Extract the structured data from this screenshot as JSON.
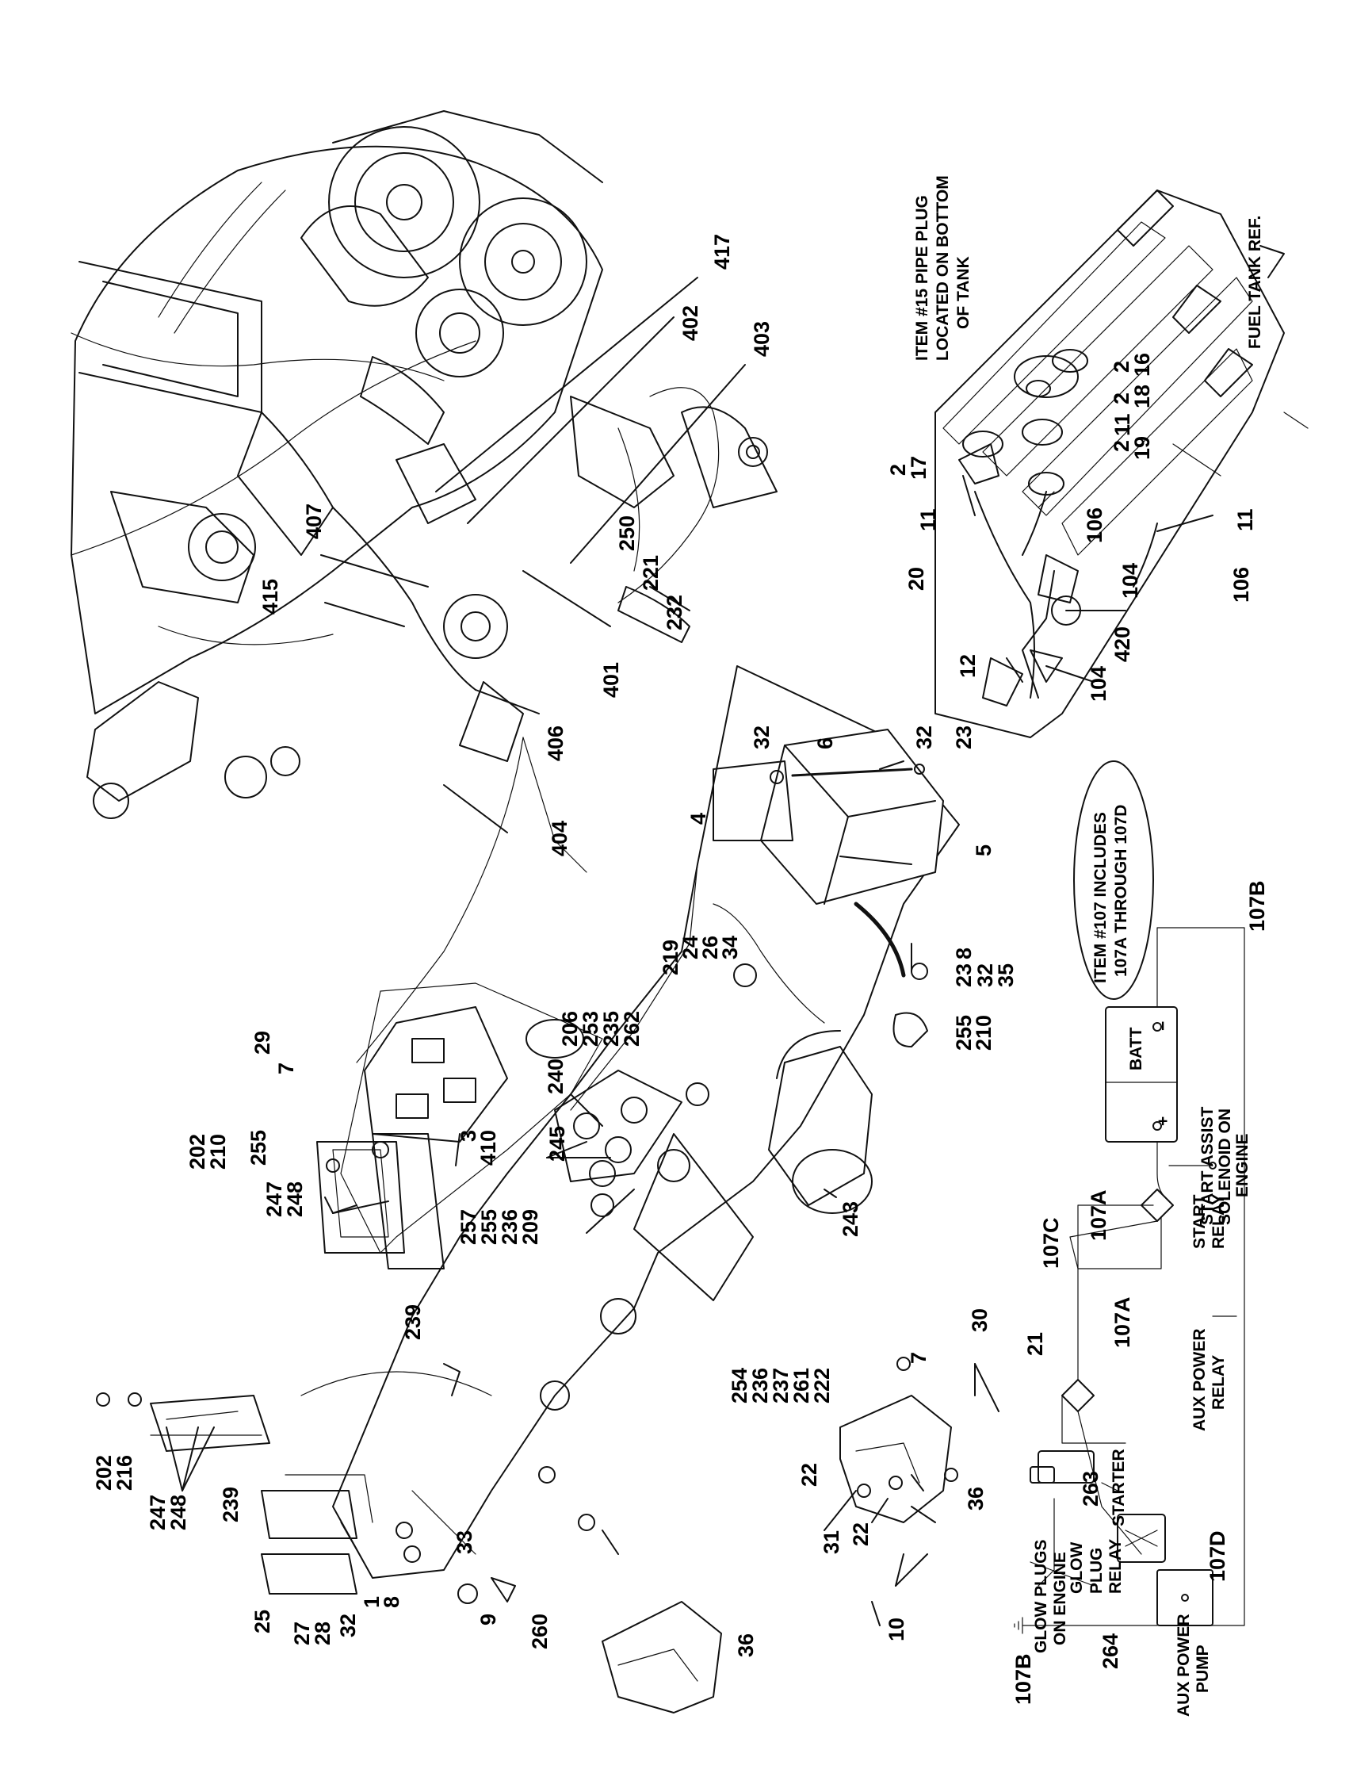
{
  "notes": {
    "pipe_plug_line1": "ITEM #15 PIPE PLUG",
    "pipe_plug_line2": "LOCATED ON BOTTOM",
    "pipe_plug_line3": "OF TANK",
    "fuel_tank_ref": "FUEL TANK REF.",
    "item107_line1": "ITEM #107 INCLUDES",
    "item107_line2": "107A THROUGH 107D"
  },
  "schematic": {
    "batt": "BATT",
    "plus": "+",
    "minus": "−",
    "start_assist_1": "START ASSIST",
    "start_assist_2": "SOLENOID ON",
    "start_assist_3": "ENGINE",
    "start_relay_1": "START",
    "start_relay_2": "RELAY",
    "aux_power_relay_1": "AUX POWER",
    "aux_power_relay_2": "RELAY",
    "starter": "STARTER",
    "glow_plug_relay_1": "GLOW",
    "glow_plug_relay_2": "PLUG",
    "glow_plug_relay_3": "RELAY",
    "glow_plugs_1": "GLOW PLUGS",
    "glow_plugs_2": "ON ENGINE",
    "aux_power_pump_1": "AUX POWER",
    "aux_power_pump_2": "PUMP",
    "wires": [
      "107A",
      "107A",
      "107B",
      "107B",
      "107C",
      "107D"
    ],
    "refs": [
      "263",
      "264"
    ]
  },
  "callouts": {
    "engine": [
      "417",
      "402",
      "403",
      "407",
      "415",
      "250",
      "221",
      "232",
      "401",
      "406",
      "404"
    ],
    "tank": [
      "2",
      "16",
      "2",
      "18",
      "11",
      "2",
      "19",
      "2",
      "17",
      "11",
      "11",
      "20",
      "106",
      "104",
      "106",
      "420",
      "12",
      "104"
    ],
    "box": [
      "6",
      "32",
      "4",
      "32",
      "23",
      "5",
      "8",
      "23",
      "32",
      "35",
      "219",
      "24",
      "26",
      "34",
      "255",
      "210"
    ],
    "relays": [
      "206",
      "253",
      "235",
      "262",
      "240",
      "245",
      "257",
      "255",
      "236",
      "209",
      "243",
      "29",
      "7",
      "3",
      "410"
    ],
    "brackets": [
      "202",
      "210",
      "255",
      "247",
      "248",
      "239",
      "202",
      "216",
      "247",
      "248",
      "239",
      "25",
      "27",
      "28",
      "32",
      "1",
      "8",
      "33",
      "9",
      "260",
      "36"
    ],
    "lower": [
      "254",
      "236",
      "237",
      "261",
      "222",
      "7",
      "30",
      "21",
      "22",
      "31",
      "22",
      "10",
      "36"
    ]
  }
}
